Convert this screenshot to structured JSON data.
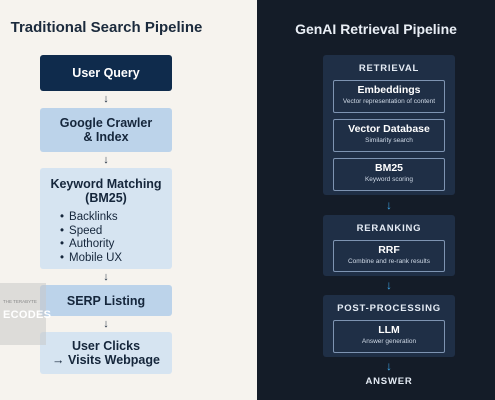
{
  "left": {
    "title": "Traditional Search Pipeline",
    "steps": [
      {
        "label": "User Query"
      },
      {
        "label": "Google Crawler\n& Index"
      },
      {
        "label": "Keyword Matching\n(BM25)",
        "bullets": [
          "Backlinks",
          "Speed",
          "Authority",
          "Mobile UX"
        ]
      },
      {
        "label": "SERP Listing"
      },
      {
        "label": "User Clicks\n→ Visits Webpage"
      }
    ],
    "arrow_glyph": "↓",
    "watermark": {
      "small": "THE TERABYTE",
      "big": "ECODES"
    }
  },
  "right": {
    "title": "GenAI Retrieval Pipeline",
    "groups": [
      {
        "label": "RETRIEVAL",
        "boxes": [
          {
            "title": "Embeddings",
            "subtitle": "Vector representation of content"
          },
          {
            "title": "Vector Database",
            "subtitle": "Similarity search"
          },
          {
            "title": "BM25",
            "subtitle": "Keyword scoring"
          }
        ]
      },
      {
        "label": "RERANKING",
        "boxes": [
          {
            "title": "RRF",
            "subtitle": "Combine and re-rank results"
          }
        ]
      },
      {
        "label": "POST-PROCESSING",
        "boxes": [
          {
            "title": "LLM",
            "subtitle": "Answer generation"
          }
        ]
      }
    ],
    "answer": "ANSWER",
    "arrow_glyph": "↓"
  },
  "colors": {
    "left_bg": "#f6f3ee",
    "right_bg": "#141c28",
    "dark_box": "#0f2b4c",
    "mid_box": "#bcd3ea",
    "light_box": "#d6e4f1",
    "group_bg": "#1f2f46",
    "accent_arrow": "#3ea6e8"
  }
}
